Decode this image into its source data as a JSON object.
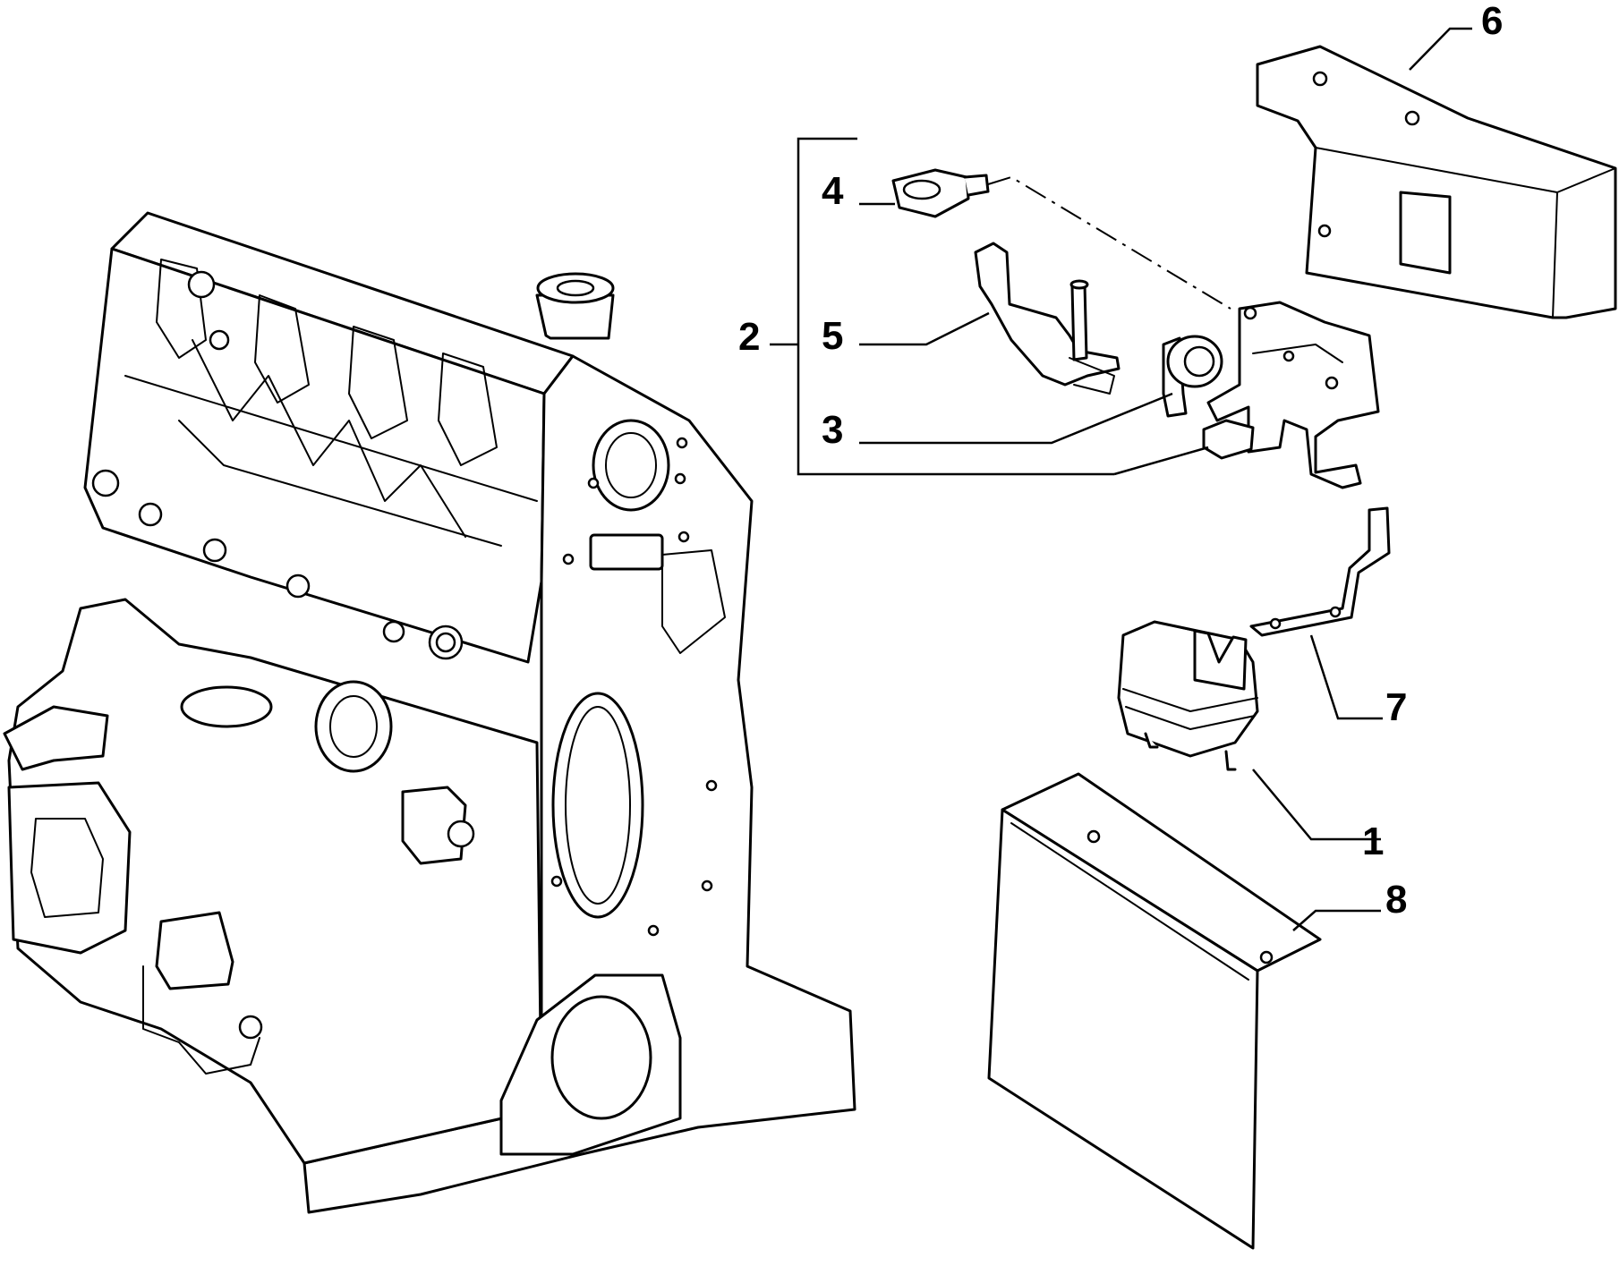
{
  "diagram": {
    "colors": {
      "line": "#000000",
      "background": "#ffffff"
    },
    "callouts": {
      "c1": "1",
      "c2": "2",
      "c3": "3",
      "c4": "4",
      "c5": "5",
      "c6": "6",
      "c7": "7",
      "c8": "8"
    }
  }
}
